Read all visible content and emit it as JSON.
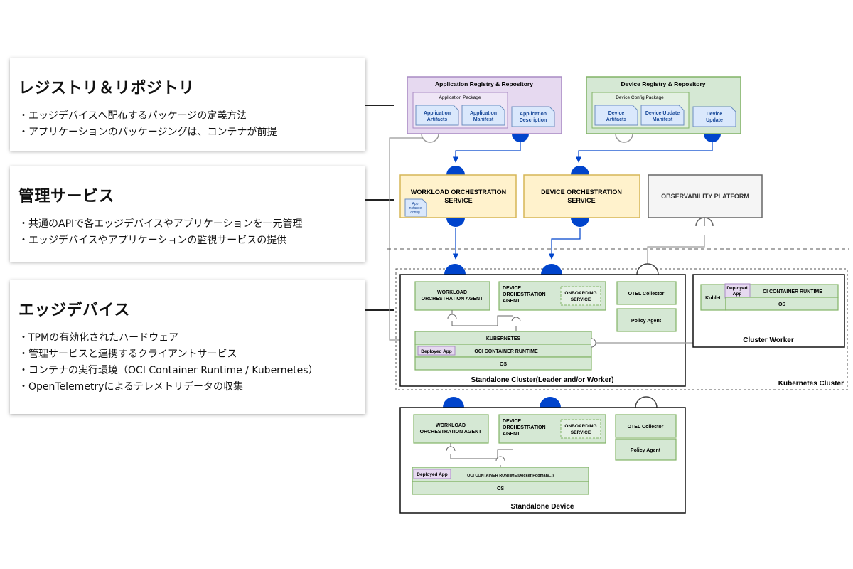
{
  "panels": [
    {
      "title": "レジストリ＆リポジトリ",
      "items": [
        "エッジデバイスへ配布するパッケージの定義方法",
        "アプリケーションのパッケージングは、コンテナが前提"
      ]
    },
    {
      "title": "管理サービス",
      "items": [
        "共通のAPIで各エッジデバイスやアプリケーションを一元管理",
        "エッジデバイスやアプリケーションの監視サービスの提供"
      ]
    },
    {
      "title": "エッジデバイス",
      "items": [
        "TPMの有効化されたハードウェア",
        "管理サービスと連携するクライアントサービス",
        "コンテナの実行環境（OCI Container Runtime / Kubernetes）",
        "OpenTelemetryによるテレメトリデータの収集"
      ]
    }
  ],
  "app_registry": {
    "title": "Application Registry & Repository",
    "package": "Application Package",
    "artifacts": [
      "Application",
      "Artifacts"
    ],
    "manifest": [
      "Application",
      "Manifest"
    ],
    "description": [
      "Application",
      "Description"
    ]
  },
  "device_registry": {
    "title": "Device Registry & Repository",
    "package": "Device Config Package",
    "artifacts": [
      "Device",
      "Artifacts"
    ],
    "manifest": [
      "Device Update",
      "Manifest"
    ],
    "update": [
      "Device",
      "Update"
    ]
  },
  "services": {
    "workload": [
      "WORKLOAD ORCHESTRATION",
      "SERVICE"
    ],
    "app_config": [
      "App",
      "instance",
      "config"
    ],
    "device": [
      "DEVICE ORCHESTRATION",
      "SERVICE"
    ],
    "observability": "OBSERVABILITY PLATFORM"
  },
  "standalone_cluster": {
    "workload_agent": [
      "WORKLOAD",
      "ORCHESTRATION AGENT"
    ],
    "device_agent": [
      "DEVICE",
      "ORCHESTRATION",
      "AGENT"
    ],
    "onboarding": [
      "ONBOARDING",
      "SERVICE"
    ],
    "otel": "OTEL Collector",
    "policy": "Policy Agent",
    "kubernetes": "KUBERNETES",
    "deployed_app": "Deployed App",
    "runtime": "OCI CONTAINER RUNTIME",
    "os": "OS",
    "label": "Standalone Cluster(Leader and/or Worker)"
  },
  "cluster_worker": {
    "kublet": "Kublet",
    "deployed_app": [
      "Deployed",
      "App"
    ],
    "runtime": "CI CONTAINER RUNTIME",
    "os": "OS",
    "label": "Cluster Worker"
  },
  "kubernetes_cluster_label": "Kubernetes Cluster",
  "standalone_device": {
    "workload_agent": [
      "WORKLOAD",
      "ORCHESTRATION AGENT"
    ],
    "device_agent": [
      "DEVICE",
      "ORCHESTRATION",
      "AGENT"
    ],
    "onboarding": [
      "ONBOARDING",
      "SERVICE"
    ],
    "otel": "OTEL Collector",
    "policy": "Policy Agent",
    "deployed_app": "Deployed App",
    "runtime": "OCI CONTAINER RUNTIME(Docker/Podman/...)",
    "os": "OS",
    "label": "Standalone Device"
  },
  "colors": {
    "purple_fill": "#e6d9f0",
    "purple_stroke": "#a98bc4",
    "green_fill": "#d5e8d4",
    "green_stroke": "#82b366",
    "yellow_fill": "#fff2cc",
    "yellow_stroke": "#d6b656",
    "blue": "#0044cc",
    "doc_fill": "#dae8fc",
    "doc_stroke": "#6c8ebf"
  }
}
